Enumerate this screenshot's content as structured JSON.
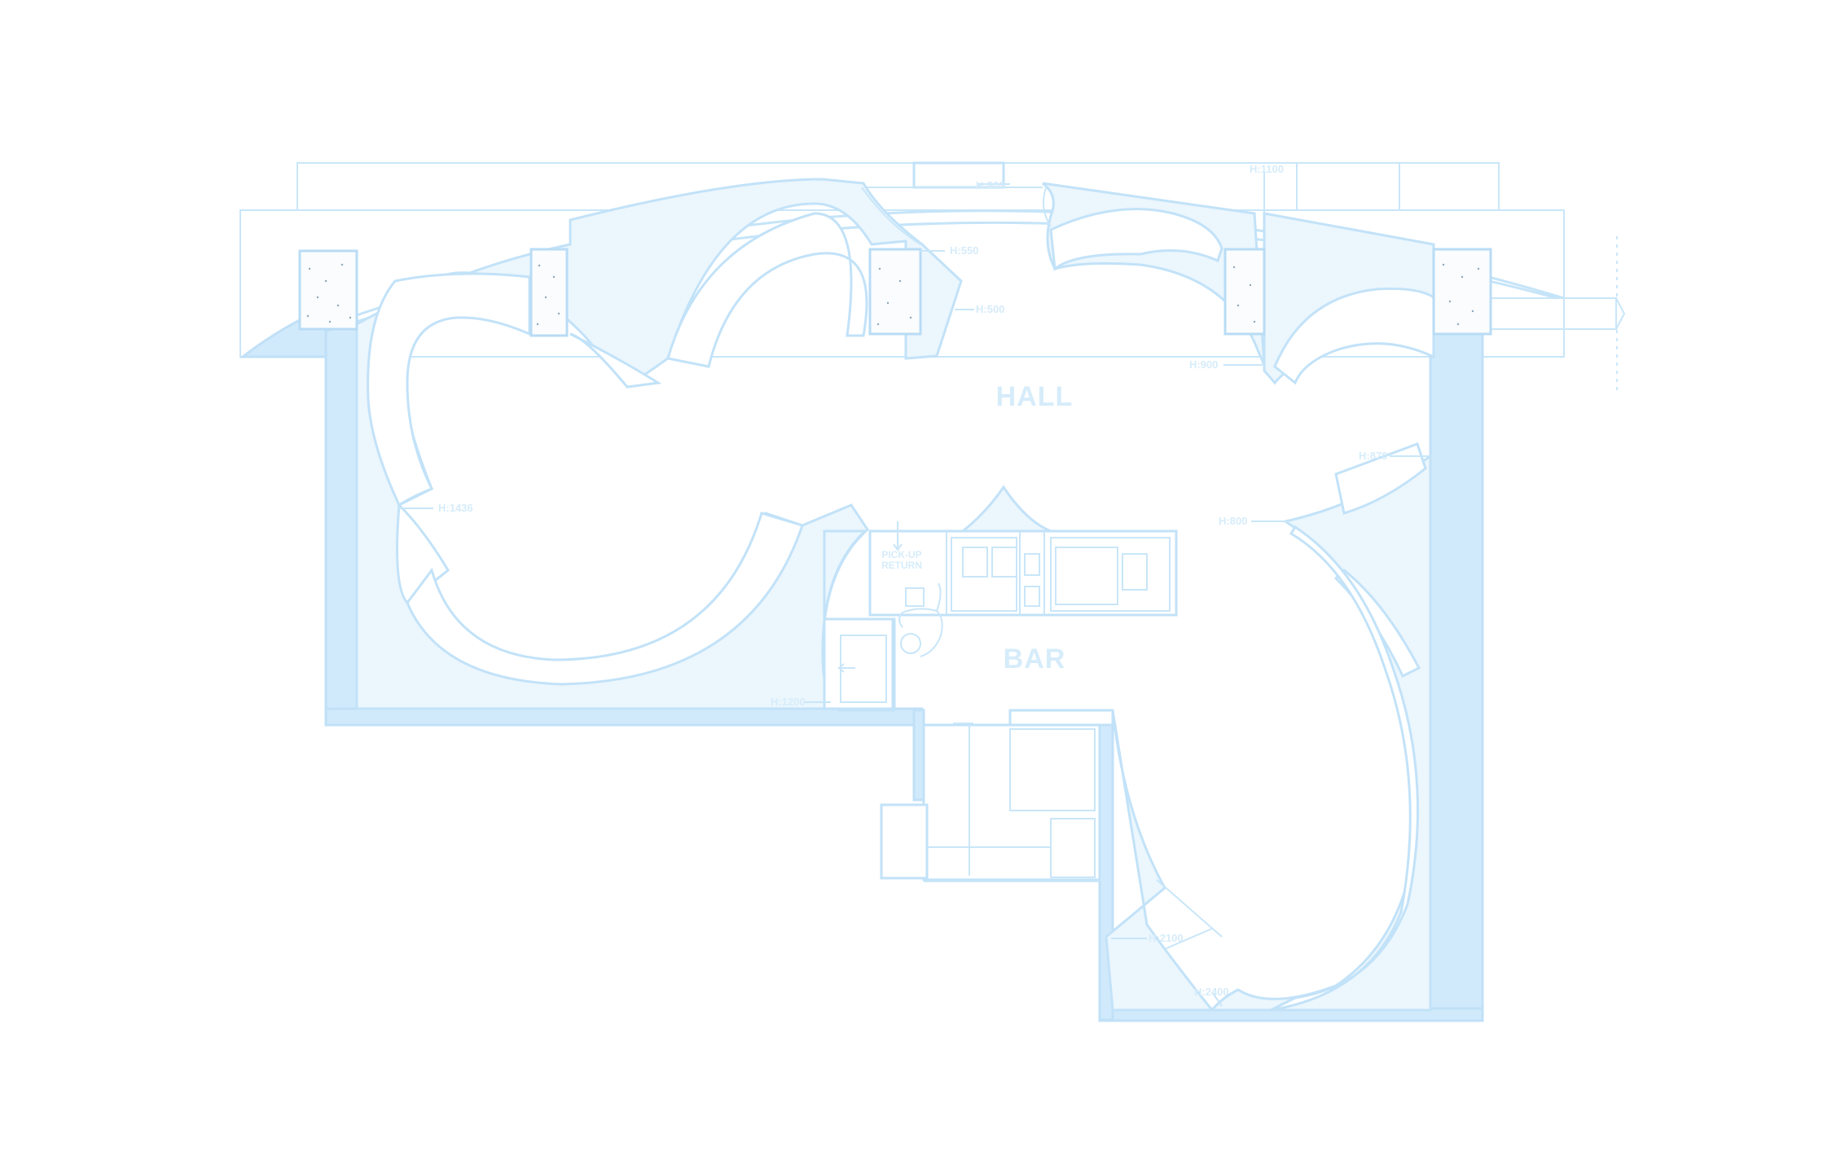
{
  "rooms": {
    "hall": "HALL",
    "bar": "BAR",
    "pickup_line1": "PICK-UP",
    "pickup_line2": "RETURN"
  },
  "height_labels": {
    "h1100": "H:1100",
    "h500_top": "H:500",
    "h550": "H:550",
    "h500_mid": "H:500",
    "h900": "H:900",
    "h870": "H:870",
    "h1436": "H:1436",
    "h800": "H:800",
    "h1200": "H:1200",
    "h2100": "H:2100",
    "h2400": "H:2400"
  },
  "colors": {
    "line": "#c5e4f8",
    "wall": "#d1eafb",
    "zone": "#ebf6fd",
    "label": "#d6ecfa"
  }
}
